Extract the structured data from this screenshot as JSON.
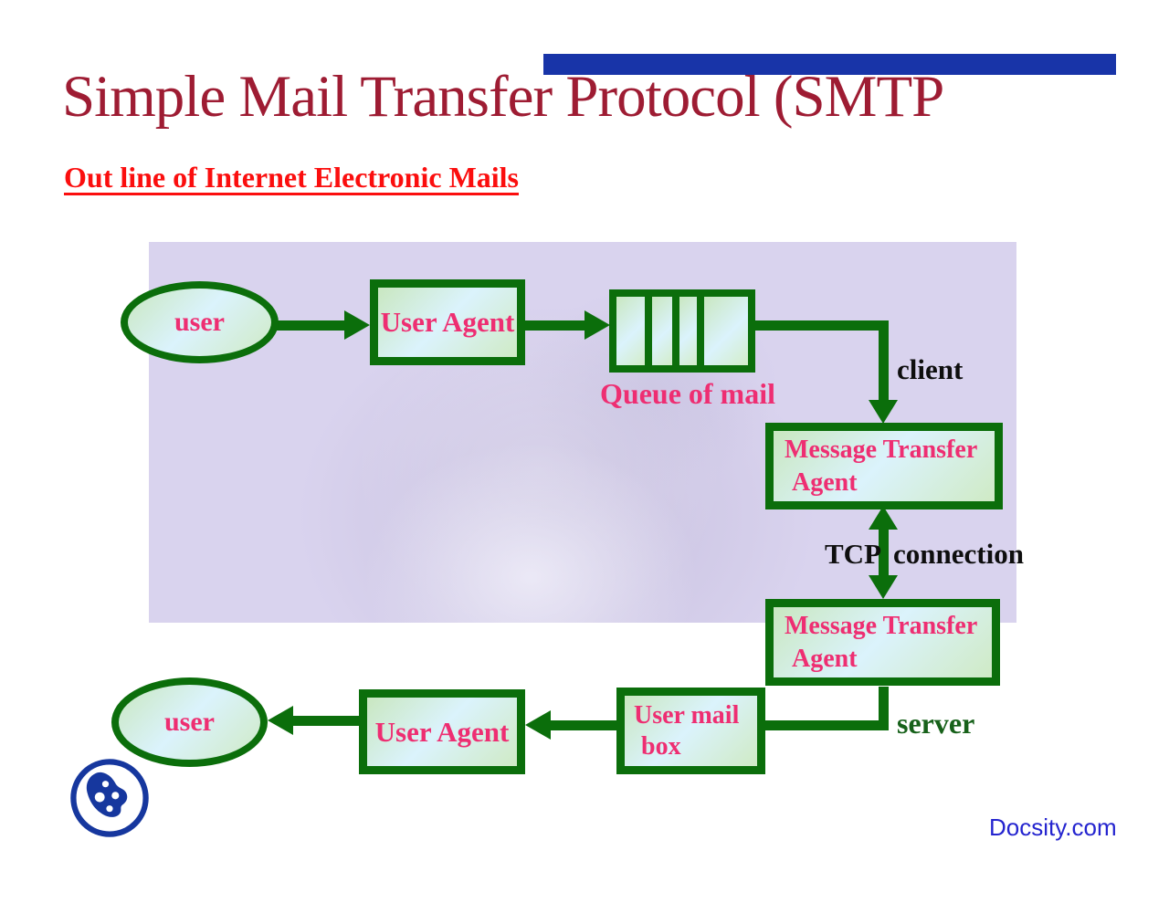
{
  "slide": {
    "title": "Simple Mail Transfer Protocol (SMTP",
    "subtitle": "Out line of Internet Electronic Mails",
    "watermark": "Docsity.com"
  },
  "diagram": {
    "user_top": "user",
    "user_agent_top": "User Agent",
    "queue_caption": "Queue of mail",
    "client_label": "client",
    "mta_top": {
      "line1": "Message Transfer",
      "line2": "Agent"
    },
    "tcp_label": "TCP connection",
    "mta_bottom": {
      "line1": "Message Transfer",
      "line2": "Agent"
    },
    "server_label": "server",
    "mailbox": {
      "line1": "User mail",
      "line2": "box"
    },
    "user_agent_bottom": "User Agent",
    "user_bottom": "user"
  },
  "colors": {
    "accent_bar": "#1834a8",
    "title": "#9e1c33",
    "subtitle": "#fb0e0e",
    "shape_border": "#0b6e0b",
    "node_text": "#ee2e72",
    "edge_text": "#0e0e0e",
    "server_text": "#17611a",
    "diagram_background": "#d9d3ee",
    "watermark": "#2424cf",
    "logo_blue": "#16379e"
  }
}
